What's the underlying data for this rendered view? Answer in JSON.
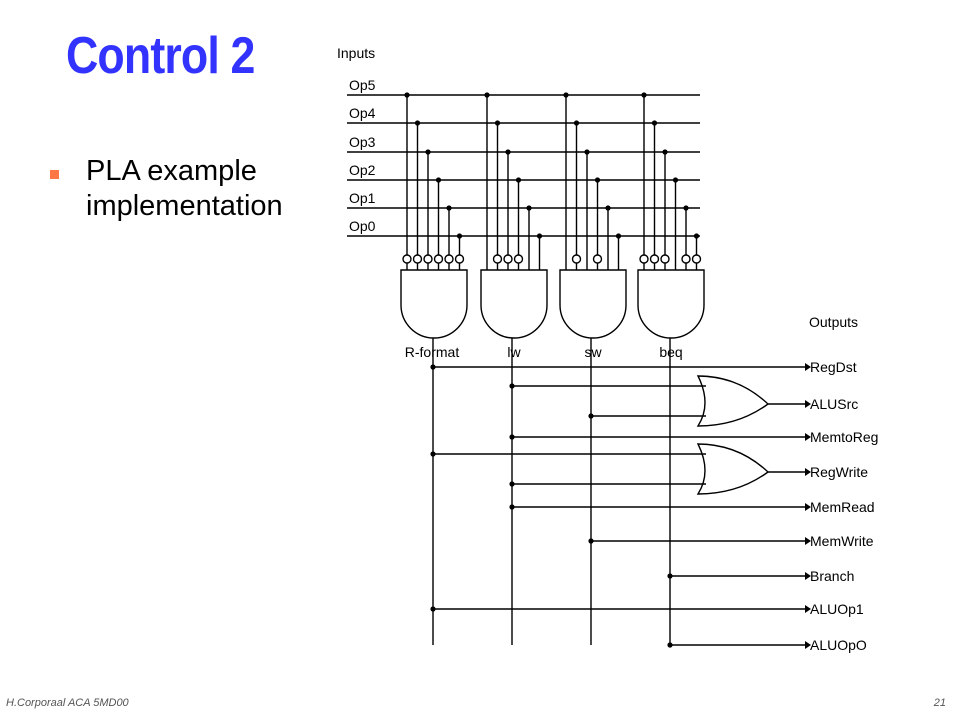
{
  "slide": {
    "title": "Control 2",
    "bullet": "PLA example implementation",
    "footer": "H.Corporaal   ACA 5MD00",
    "page_number": "21",
    "accent_color": "#3333ff",
    "bullet_color": "#ff7744"
  },
  "diagram": {
    "inputs_label": "Inputs",
    "outputs_label": "Outputs",
    "inputs": [
      "Op5",
      "Op4",
      "Op3",
      "Op2",
      "Op1",
      "Op0"
    ],
    "and_terms": [
      {
        "label": "R-format",
        "inverted": [
          true,
          true,
          true,
          true,
          true,
          true
        ]
      },
      {
        "label": "lw",
        "inverted": [
          false,
          true,
          true,
          true,
          false,
          false
        ]
      },
      {
        "label": "sw",
        "inverted": [
          false,
          true,
          false,
          true,
          false,
          false
        ]
      },
      {
        "label": "beq",
        "inverted": [
          true,
          true,
          true,
          false,
          true,
          true
        ]
      }
    ],
    "outputs": [
      {
        "label": "RegDst",
        "terms": [
          "R-format"
        ],
        "or_gate": false
      },
      {
        "label": "ALUSrc",
        "terms": [
          "lw",
          "sw"
        ],
        "or_gate": true
      },
      {
        "label": "MemtoReg",
        "terms": [
          "lw"
        ],
        "or_gate": false
      },
      {
        "label": "RegWrite",
        "terms": [
          "R-format",
          "lw"
        ],
        "or_gate": true
      },
      {
        "label": "MemRead",
        "terms": [
          "lw"
        ],
        "or_gate": false
      },
      {
        "label": "MemWrite",
        "terms": [
          "sw"
        ],
        "or_gate": false
      },
      {
        "label": "Branch",
        "terms": [
          "beq"
        ],
        "or_gate": false
      },
      {
        "label": "ALUOp1",
        "terms": [
          "R-format"
        ],
        "or_gate": false
      },
      {
        "label": "ALUOpO",
        "terms": [
          "beq"
        ],
        "or_gate": false
      }
    ]
  }
}
